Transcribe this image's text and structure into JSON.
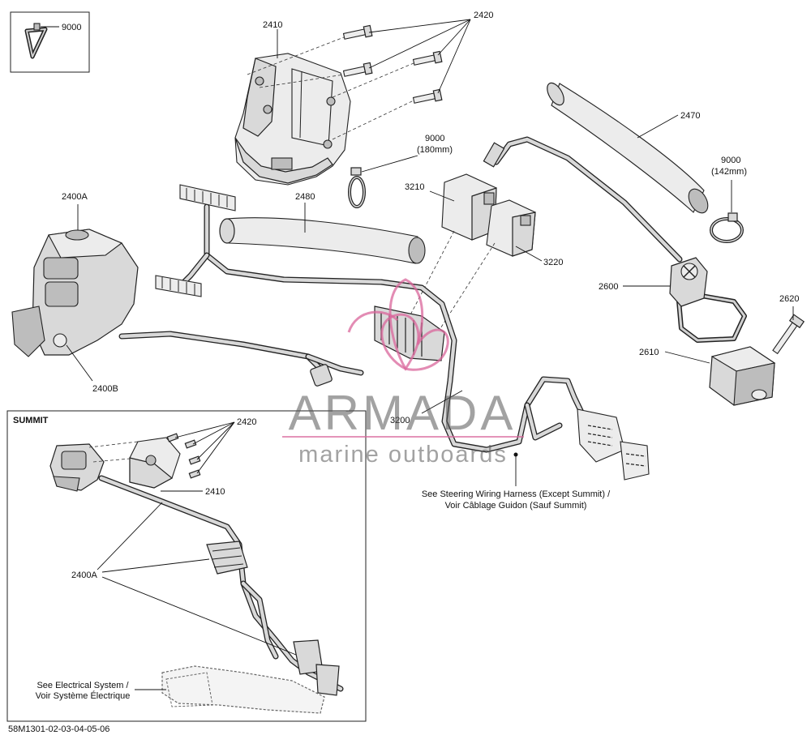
{
  "labels": {
    "p9000_box": "9000",
    "p2410": "2410",
    "p2420": "2420",
    "p2470": "2470",
    "p9000_180": "9000",
    "p9000_180_size": "(180mm)",
    "p9000_142": "9000",
    "p9000_142_size": "(142mm)",
    "p3210": "3210",
    "p3220": "3220",
    "p2400A": "2400A",
    "p2480": "2480",
    "p2600": "2600",
    "p2620": "2620",
    "p2610": "2610",
    "p2400B": "2400B",
    "p3200": "3200",
    "summit_title": "SUMMIT",
    "s2420": "2420",
    "s2410": "2410",
    "s2400A": "2400A"
  },
  "notes": {
    "steering_line1": "See Steering Wiring Harness (Except Summit) /",
    "steering_line2": "Voir Câblage Guidon (Sauf Summit)",
    "electrical_line1": "See Electrical System /",
    "electrical_line2": "Voir Système Électrique"
  },
  "footer": {
    "code": "58M1301-02-03-04-05-06"
  },
  "watermark": {
    "brand": "ARMADA",
    "tagline": "marine outboards",
    "logo_color": "#d9669b"
  },
  "colors": {
    "line": "#222222",
    "part_fill": "#d9d9d9"
  }
}
